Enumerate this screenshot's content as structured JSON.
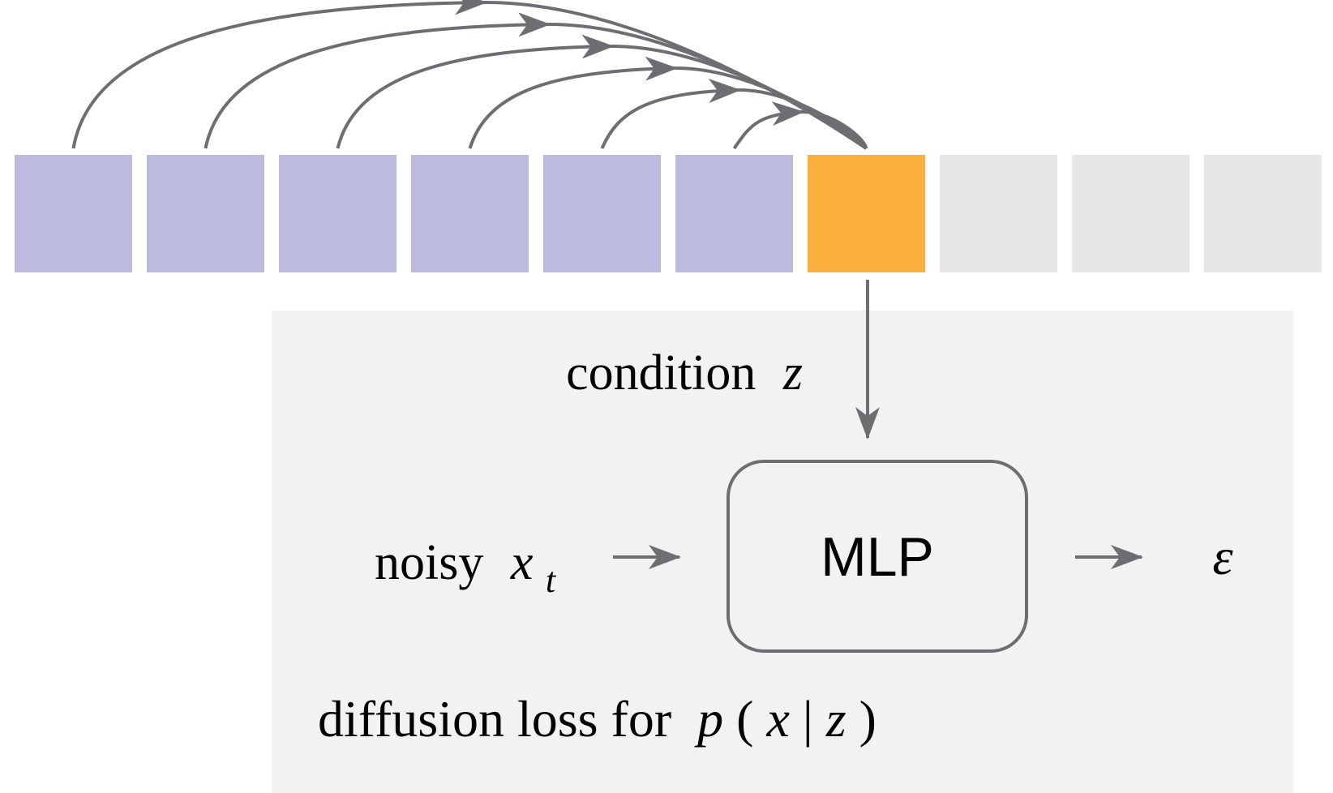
{
  "colors": {
    "token_context": "#bcbbdd",
    "token_current": "#fbb040",
    "token_masked": "#e6e7e8",
    "panel_background": "#f1f2f2",
    "arrow": "#6d6e71",
    "text": "#000000"
  },
  "sequence": {
    "tokens": [
      {
        "state": "context"
      },
      {
        "state": "context"
      },
      {
        "state": "context"
      },
      {
        "state": "context"
      },
      {
        "state": "context"
      },
      {
        "state": "context"
      },
      {
        "state": "current"
      },
      {
        "state": "masked"
      },
      {
        "state": "masked"
      },
      {
        "state": "masked"
      }
    ]
  },
  "diffusion_head": {
    "condition_label": "condition",
    "condition_symbol": "z",
    "input_label": "noisy",
    "input_symbol": "x",
    "input_subscript": "t",
    "network_label": "MLP",
    "output_symbol": "ε",
    "caption_text": "diffusion loss for",
    "caption_p": "p",
    "caption_open": "(",
    "caption_x": "x",
    "caption_bar": "|",
    "caption_z": "z",
    "caption_close": ")"
  }
}
